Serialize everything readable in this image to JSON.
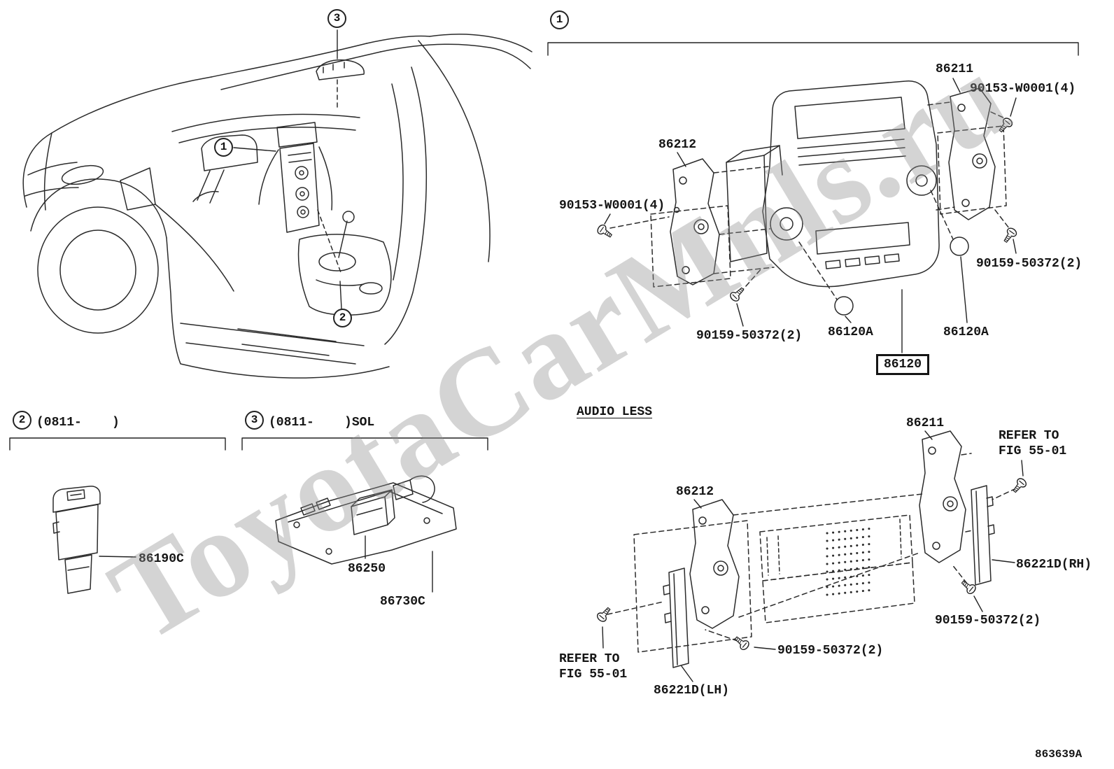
{
  "watermark": "ToyotaCarMnls.ru",
  "figure_code": "863639A",
  "callouts": {
    "one": "1",
    "two": "2",
    "three": "3"
  },
  "audio": {
    "bracket_rh": "86211",
    "screw_rh": "90153-W0001(4)",
    "bracket_lh": "86212",
    "screw_lh": "90153-W0001(4)",
    "knob_screws_rh": "90159-50372(2)",
    "knob_screws_lh": "90159-50372(2)",
    "knob_cap_lh": "86120A",
    "knob_cap_rh": "86120A",
    "receiver_assy": "86120"
  },
  "audioless": {
    "heading": "AUDIO LESS",
    "bracket_rh": "86211",
    "refer_rh": "REFER TO\nFIG 55-01",
    "bracket_lh": "86212",
    "cover_rh": "86221D(RH)",
    "screws_rh": "90159-50372(2)",
    "screws_lh": "90159-50372(2)",
    "refer_lh": "REFER TO\nFIG 55-01",
    "cover_lh": "86221D(LH)"
  },
  "inset_switch": {
    "range": "(0811-    )",
    "part": "86190C"
  },
  "inset_amp": {
    "range": "(0811-    )SOL",
    "amplifier": "86250",
    "bracket": "86730C"
  }
}
